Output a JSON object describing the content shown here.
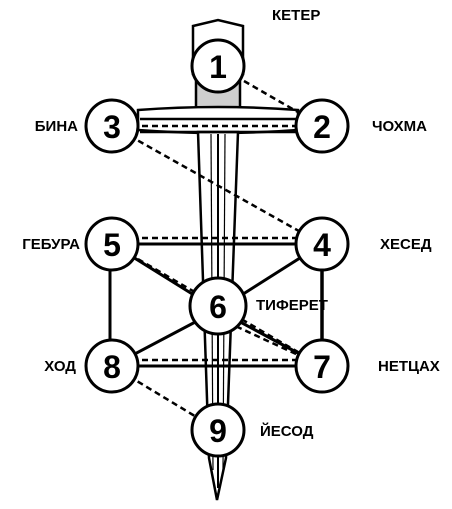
{
  "nodes": [
    {
      "id": "1",
      "number": "1",
      "name": "КЕТЕР"
    },
    {
      "id": "2",
      "number": "2",
      "name": "ЧОХМА"
    },
    {
      "id": "3",
      "number": "3",
      "name": "БИНА"
    },
    {
      "id": "4",
      "number": "4",
      "name": "ХЕСЕД"
    },
    {
      "id": "5",
      "number": "5",
      "name": "ГЕБУРА"
    },
    {
      "id": "6",
      "number": "6",
      "name": "ТИФЕРЕТ"
    },
    {
      "id": "7",
      "number": "7",
      "name": "НЕТЦАХ"
    },
    {
      "id": "8",
      "number": "8",
      "name": "ХОД"
    },
    {
      "id": "9",
      "number": "9",
      "name": "ЙЕСОД"
    }
  ],
  "paths": {
    "solid": [
      [
        "2",
        "3"
      ],
      [
        "4",
        "5"
      ],
      [
        "4",
        "6"
      ],
      [
        "5",
        "6"
      ],
      [
        "5",
        "8"
      ],
      [
        "6",
        "8"
      ],
      [
        "6",
        "7"
      ],
      [
        "4",
        "7"
      ],
      [
        "7",
        "8"
      ]
    ],
    "dashed": [
      [
        "1",
        "2"
      ],
      [
        "2",
        "3"
      ],
      [
        "3",
        "4"
      ],
      [
        "4",
        "5"
      ],
      [
        "5",
        "7"
      ],
      [
        "6",
        "7"
      ],
      [
        "8",
        "9"
      ]
    ]
  },
  "colors": {
    "stroke": "#000000",
    "fill": "#ffffff",
    "sword_shading": "#c8c8c8"
  }
}
